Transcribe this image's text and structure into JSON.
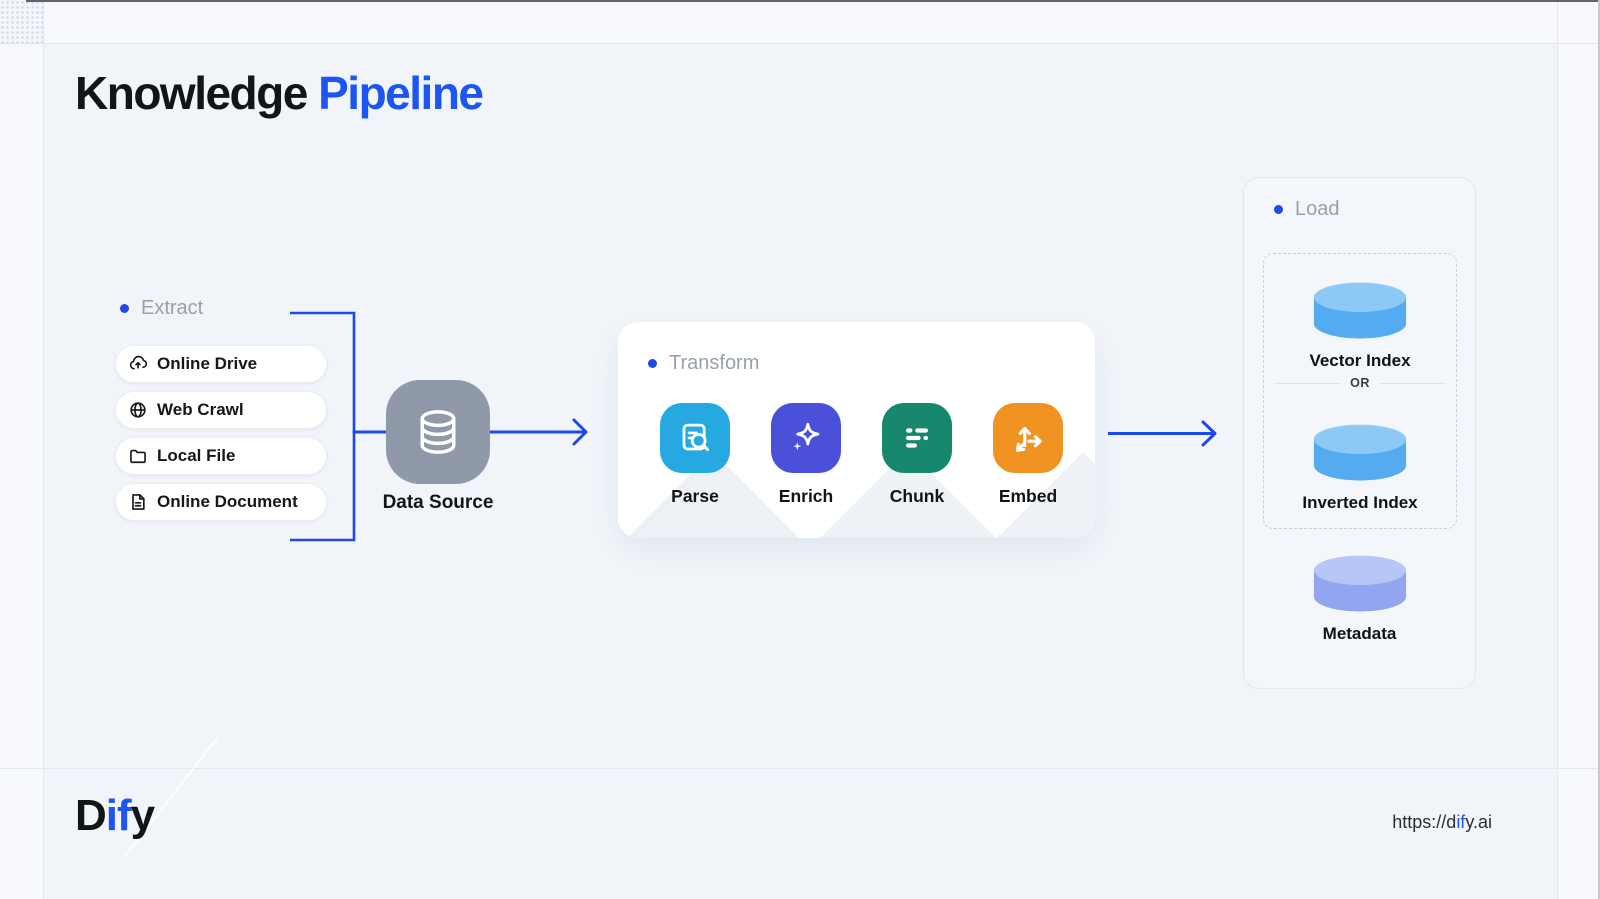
{
  "title": {
    "part1": "Knowledge",
    "part2": "Pipeline"
  },
  "sections": {
    "extract": {
      "label": "Extract",
      "items": [
        {
          "icon": "cloud-upload-icon",
          "label": "Online Drive"
        },
        {
          "icon": "globe-icon",
          "label": "Web Crawl"
        },
        {
          "icon": "folder-icon",
          "label": "Local File"
        },
        {
          "icon": "document-icon",
          "label": "Online Document"
        }
      ]
    },
    "data_source": {
      "label": "Data Source",
      "icon": "database-icon",
      "color": "#8f99a9"
    },
    "transform": {
      "label": "Transform",
      "steps": [
        {
          "label": "Parse",
          "icon": "document-search-icon",
          "color": "#25a9e0"
        },
        {
          "label": "Enrich",
          "icon": "sparkle-icon",
          "color": "#4b50d8"
        },
        {
          "label": "Chunk",
          "icon": "text-chunks-icon",
          "color": "#17876e"
        },
        {
          "label": "Embed",
          "icon": "vector-arrows-icon",
          "color": "#f19322"
        }
      ]
    },
    "load": {
      "label": "Load",
      "index_options": [
        {
          "label": "Vector Index",
          "icon": "disk-cylinder-icon",
          "top_color": "#8ec9f6",
          "side_color": "#55abf0"
        },
        {
          "label": "Inverted Index",
          "icon": "disk-cylinder-icon",
          "top_color": "#8ec9f6",
          "side_color": "#55abf0"
        }
      ],
      "or_label": "OR",
      "metadata": {
        "label": "Metadata",
        "icon": "disk-cylinder-icon",
        "top_color": "#b7c5f7",
        "side_color": "#91a5f1"
      }
    }
  },
  "footer": {
    "logo": {
      "pre": "D",
      "accent": "if",
      "post": "y"
    },
    "url": {
      "pre": "https://d",
      "accent": "if",
      "post": "y.ai"
    }
  },
  "colors": {
    "accent_blue": "#1c49e9",
    "title_blue": "#1c55f2",
    "label_gray": "#99a0ad",
    "background": "#f1f5fa"
  }
}
